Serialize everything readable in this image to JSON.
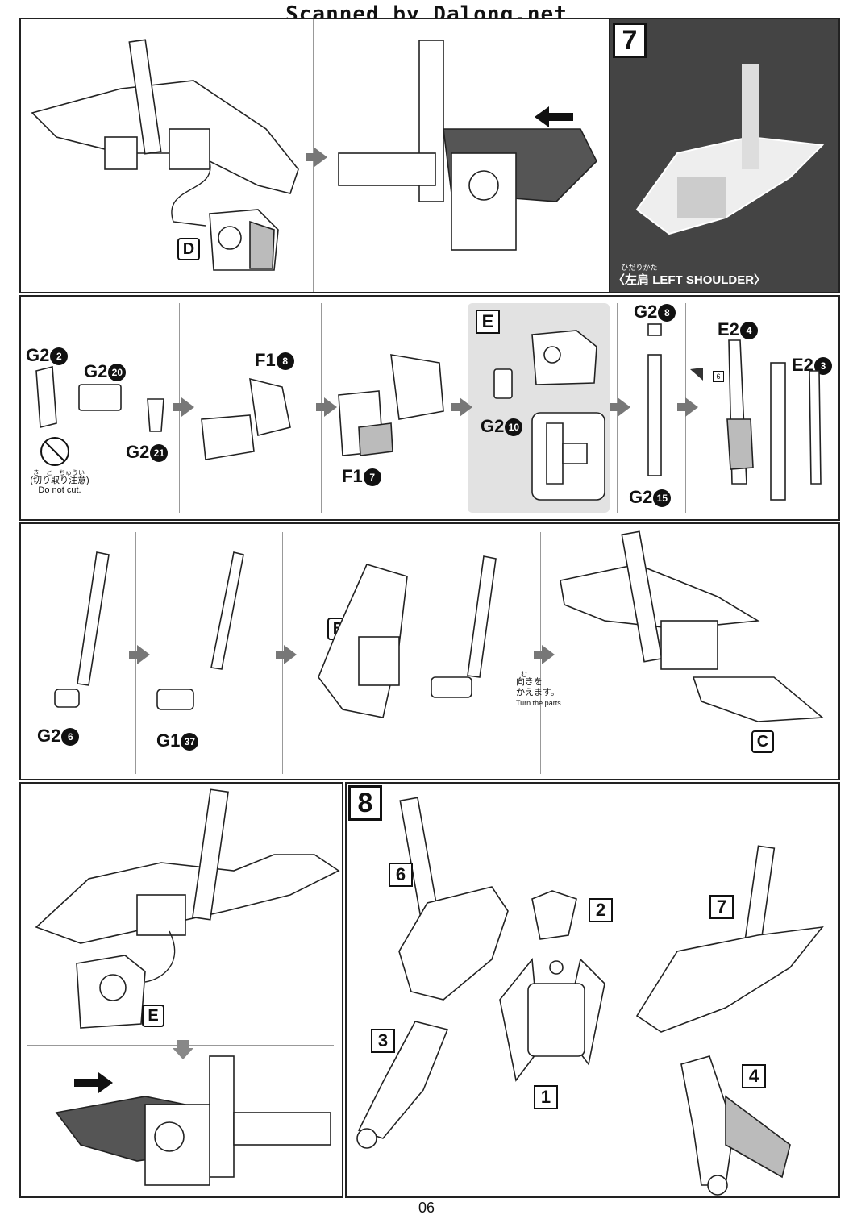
{
  "header": {
    "scan_credit": "Scanned by Dalong.net"
  },
  "step7": {
    "number": "7",
    "label_ruby": "ひだりかた",
    "label_jp": "左肩",
    "label_en": "LEFT SHOULDER",
    "bracket_open": "〈",
    "bracket_close": "〉",
    "callout_D": "D"
  },
  "row2": {
    "g2": "G2",
    "n2": "2",
    "g2b": "G2",
    "n20": "20",
    "g2c": "G2",
    "n21": "21",
    "f1a": "F1",
    "n8": "8",
    "f1b": "F1",
    "n7": "7",
    "sub_E": "E",
    "g2d": "G2",
    "n10": "10",
    "g2e": "G2",
    "n8b": "8",
    "g2f": "G2",
    "n15": "15",
    "e2a": "E2",
    "n4": "4",
    "e2b": "E2",
    "n3": "3",
    "tiny_box": "6",
    "caution_ruby": "き　と　ちゅうい",
    "caution_jp": "(切り取り注意)",
    "caution_en": "Do not cut."
  },
  "row3": {
    "g2": "G2",
    "n6": "6",
    "g1": "G1",
    "n37": "37",
    "callout_B": "B",
    "callout_C": "C",
    "turn_ruby": "む",
    "turn_jp1": "向きを",
    "turn_jp2": "かえます。",
    "turn_en": "Turn the parts."
  },
  "row4": {
    "callout_E": "E"
  },
  "step8": {
    "number": "8",
    "labels": [
      "1",
      "2",
      "3",
      "4",
      "6",
      "7"
    ]
  },
  "footer": {
    "page_number": "06"
  }
}
